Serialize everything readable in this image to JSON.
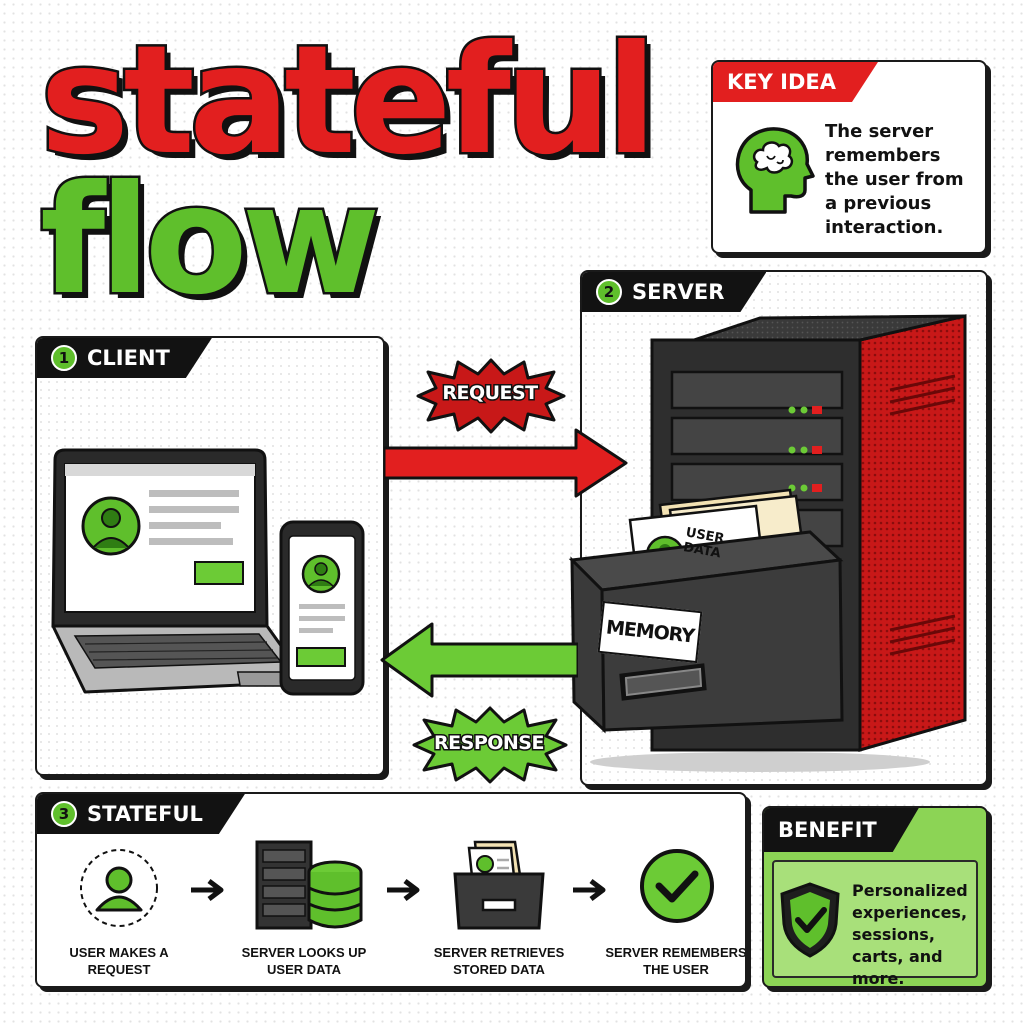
{
  "title": {
    "line1": "stateful",
    "line2": "flow"
  },
  "key_idea": {
    "label": "KEY IDEA",
    "text": "The server remembers the user from a previous interaction.",
    "icon": "brain-head-icon"
  },
  "client": {
    "number": "1",
    "label": "CLIENT",
    "icons": [
      "laptop-icon",
      "smartphone-icon",
      "user-avatar-icon"
    ]
  },
  "server": {
    "number": "2",
    "label": "SERVER",
    "memory_label": "MEMORY",
    "user_data_label": "USER DATA",
    "icons": [
      "server-rack-icon",
      "file-drawer-icon"
    ]
  },
  "flow": {
    "request_label": "REQUEST",
    "response_label": "RESPONSE"
  },
  "stateful": {
    "number": "3",
    "label": "STATEFUL",
    "steps": [
      {
        "label": "USER MAKES A REQUEST",
        "icon": "user-icon"
      },
      {
        "label": "SERVER LOOKS UP USER DATA",
        "icon": "server-database-icon"
      },
      {
        "label": "SERVER RETRIEVES STORED DATA",
        "icon": "file-drawer-icon"
      },
      {
        "label": "SERVER REMEMBERS THE USER",
        "icon": "checkmark-icon"
      }
    ]
  },
  "benefit": {
    "label": "BENEFIT",
    "text": "Personalized experiences, sessions, carts, and more.",
    "icon": "shield-check-icon"
  },
  "colors": {
    "red": "#e21f1f",
    "green": "#5fbf2c",
    "dark": "#121212"
  }
}
